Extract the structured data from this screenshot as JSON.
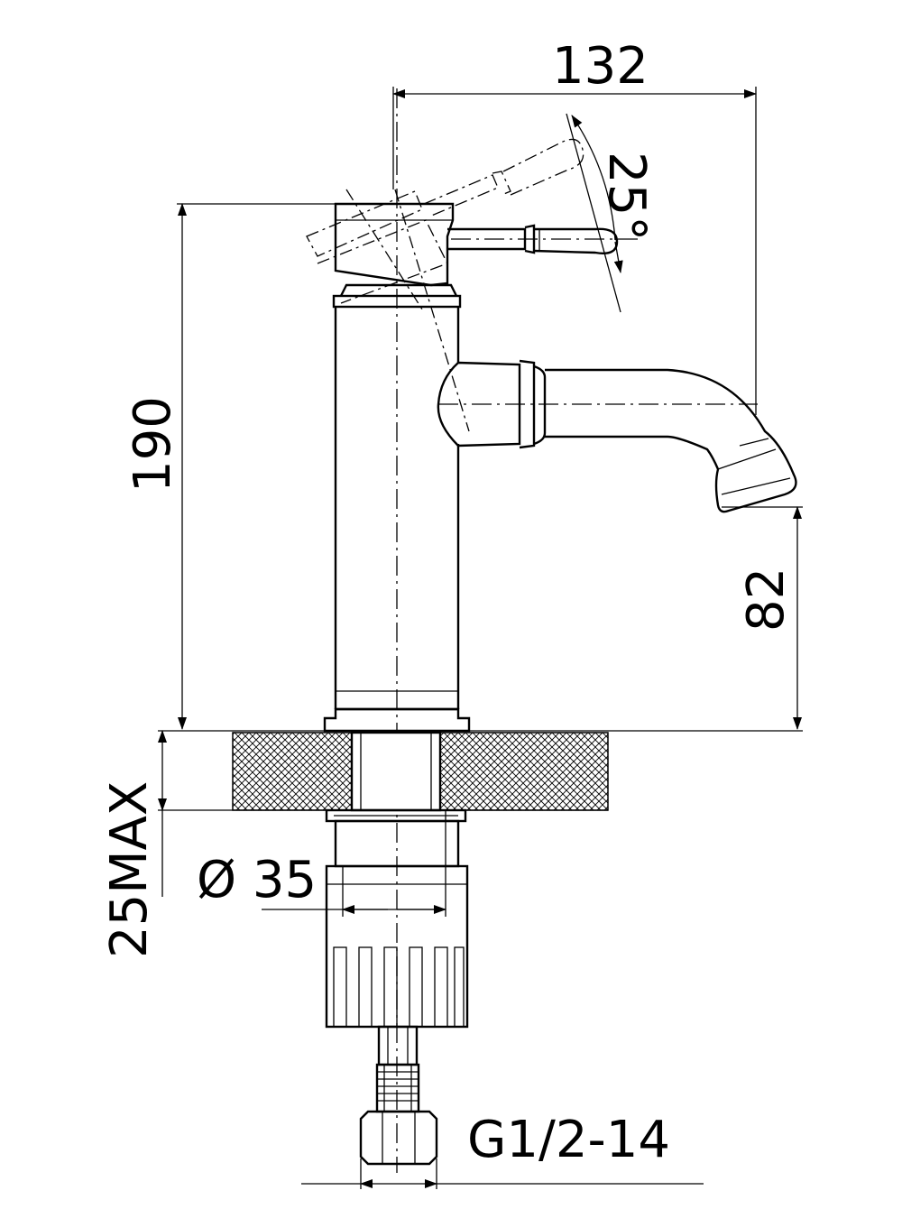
{
  "drawing": {
    "dimensions": {
      "spout_reach": "132",
      "lever_angle": "25°",
      "total_height": "190",
      "spout_height": "82",
      "max_thickness": "25MAX",
      "hole_diameter": "Ø 35",
      "connection_thread": "G1/2-14"
    }
  }
}
